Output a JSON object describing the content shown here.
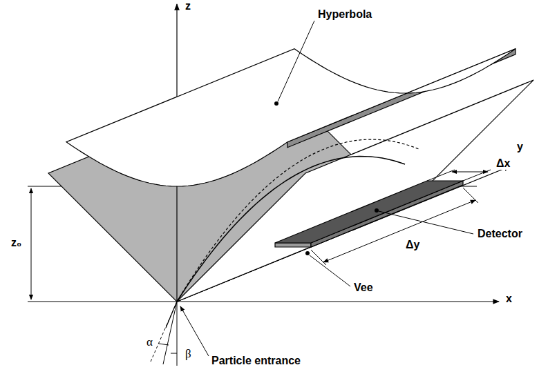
{
  "diagram": {
    "labels": [
      "z",
      "Hyperbola",
      "y",
      "Δx",
      "z₀",
      "Detector",
      "Δy",
      "Vee",
      "x",
      "α",
      "β",
      "Particle entrance"
    ]
  }
}
